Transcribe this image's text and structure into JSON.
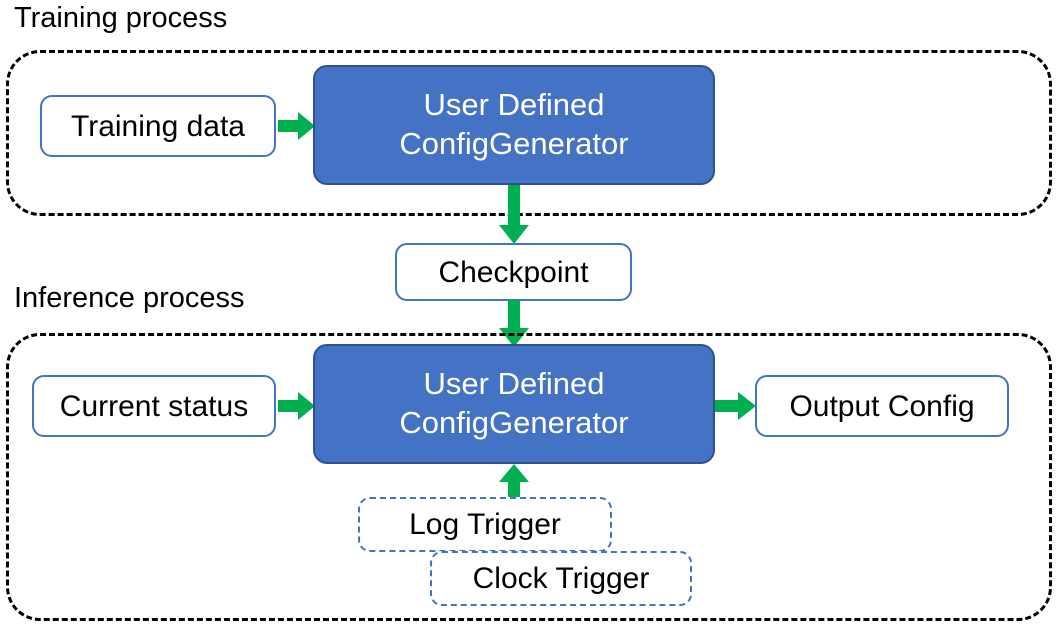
{
  "diagram": {
    "title_training": "Training process",
    "title_inference": "Inference process",
    "colors": {
      "process_fill": "#4472C4",
      "process_border": "#2F528F",
      "node_border": "#4472C4",
      "arrow": "#00B050",
      "group_border": "#000000",
      "text_dark": "#000000",
      "text_light": "#FFFFFF"
    }
  },
  "training": {
    "label": "Training process",
    "input": {
      "label": "Training data"
    },
    "processor": {
      "line1": "User Defined",
      "line2": "ConfigGenerator"
    }
  },
  "checkpoint": {
    "label": "Checkpoint"
  },
  "inference": {
    "label": "Inference process",
    "input": {
      "label": "Current status"
    },
    "processor": {
      "line1": "User Defined",
      "line2": "ConfigGenerator"
    },
    "output": {
      "label": "Output Config"
    },
    "triggers": [
      {
        "label": "Log Trigger"
      },
      {
        "label": "Clock Trigger"
      }
    ]
  }
}
